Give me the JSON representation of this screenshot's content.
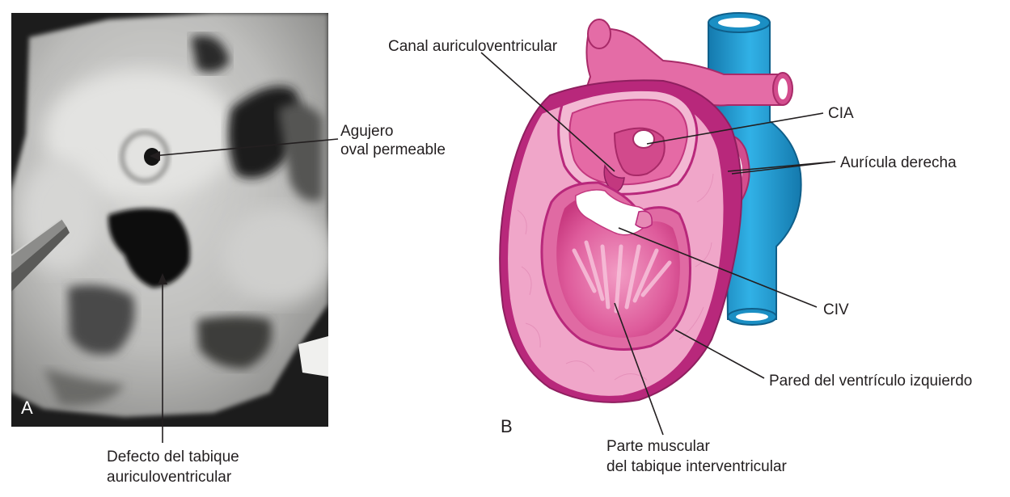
{
  "panel_a": {
    "letter": "A",
    "labels": {
      "foramen": "Agujero\noval permeable",
      "av_defect": "Defecto del tabique\nauriculoventricular"
    }
  },
  "panel_b": {
    "letter": "B",
    "labels": {
      "av_canal": "Canal auriculoventricular",
      "asd": "CIA",
      "right_atrium": "Aurícula derecha",
      "vsd": "CIV",
      "lv_wall": "Pared del ventrículo izquierdo",
      "muscular_septum": "Parte muscular\ndel tabique interventricular"
    }
  },
  "colors": {
    "pink_dark": "#c2307e",
    "pink_mid": "#e0649f",
    "pink_light": "#ef9cc3",
    "pink_pale": "#f6c4db",
    "vessel_blue": "#2aa4dc",
    "vessel_blue_dark": "#1479ad"
  }
}
